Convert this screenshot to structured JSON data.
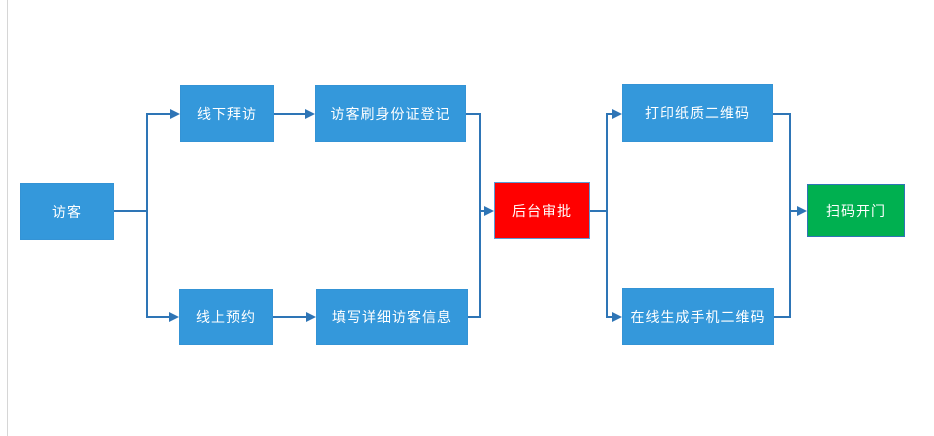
{
  "diagram": {
    "title": "visitor-access-flowchart",
    "nodes": {
      "visitor": {
        "label": "访客",
        "color": "#3498db"
      },
      "offline_visit": {
        "label": "线下拜访",
        "color": "#3498db"
      },
      "id_register": {
        "label": "访客刷身份证登记",
        "color": "#3498db"
      },
      "online_booking": {
        "label": "线上预约",
        "color": "#3498db"
      },
      "fill_info": {
        "label": "填写详细访客信息",
        "color": "#3498db"
      },
      "approval": {
        "label": "后台审批",
        "color": "#ff0000"
      },
      "print_qr": {
        "label": "打印纸质二维码",
        "color": "#3498db"
      },
      "online_qr": {
        "label": "在线生成手机二维码",
        "color": "#3498db"
      },
      "scan_open": {
        "label": "扫码开门",
        "color": "#00b050"
      }
    },
    "edges": [
      {
        "from": "visitor",
        "to": "offline_visit"
      },
      {
        "from": "visitor",
        "to": "online_booking"
      },
      {
        "from": "offline_visit",
        "to": "id_register"
      },
      {
        "from": "online_booking",
        "to": "fill_info"
      },
      {
        "from": "id_register",
        "to": "approval"
      },
      {
        "from": "fill_info",
        "to": "approval"
      },
      {
        "from": "approval",
        "to": "print_qr"
      },
      {
        "from": "approval",
        "to": "online_qr"
      },
      {
        "from": "print_qr",
        "to": "scan_open"
      },
      {
        "from": "online_qr",
        "to": "scan_open"
      }
    ],
    "colors": {
      "node_blue": "#3498db",
      "node_red": "#ff0000",
      "node_green": "#00b050",
      "connector": "#2e75b6",
      "red_node_border": "#5b9bd5",
      "green_node_border": "#2e75b6",
      "canvas_edge_line": "#d6d6d6",
      "text": "#ffffff",
      "background": "#ffffff"
    }
  }
}
